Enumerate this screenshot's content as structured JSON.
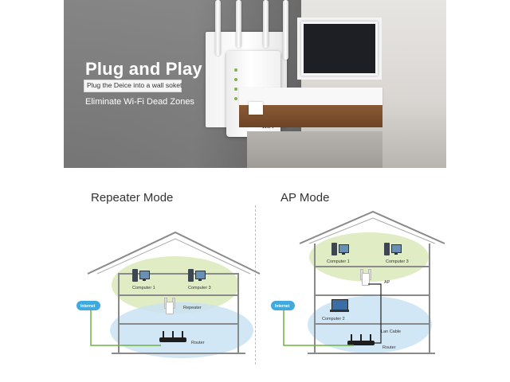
{
  "banner": {
    "headline": "Plug and Play",
    "subheadline": "Plug the Deice into a wall soket",
    "tagline": "Eliminate Wi-Fi Dead Zones",
    "device_logo": "WiFi"
  },
  "repeater_mode": {
    "title": "Repeater Mode",
    "computer1": "Computer 1",
    "computer3": "Computer 3",
    "repeater": "Repeater",
    "router": "Router",
    "internet": "Internet"
  },
  "ap_mode": {
    "title": "AP Mode",
    "computer1": "Computer 1",
    "computer3": "Computer 3",
    "ap": "AP",
    "computer2": "Computer 2",
    "lan_cable": "Lan Cable",
    "router": "Router",
    "internet": "Internet"
  },
  "colors": {
    "coverage_green": "#dbe9b8",
    "coverage_blue": "#c9e3f5",
    "cable_green": "#6db33f",
    "internet_blue": "#3fa9e0"
  }
}
